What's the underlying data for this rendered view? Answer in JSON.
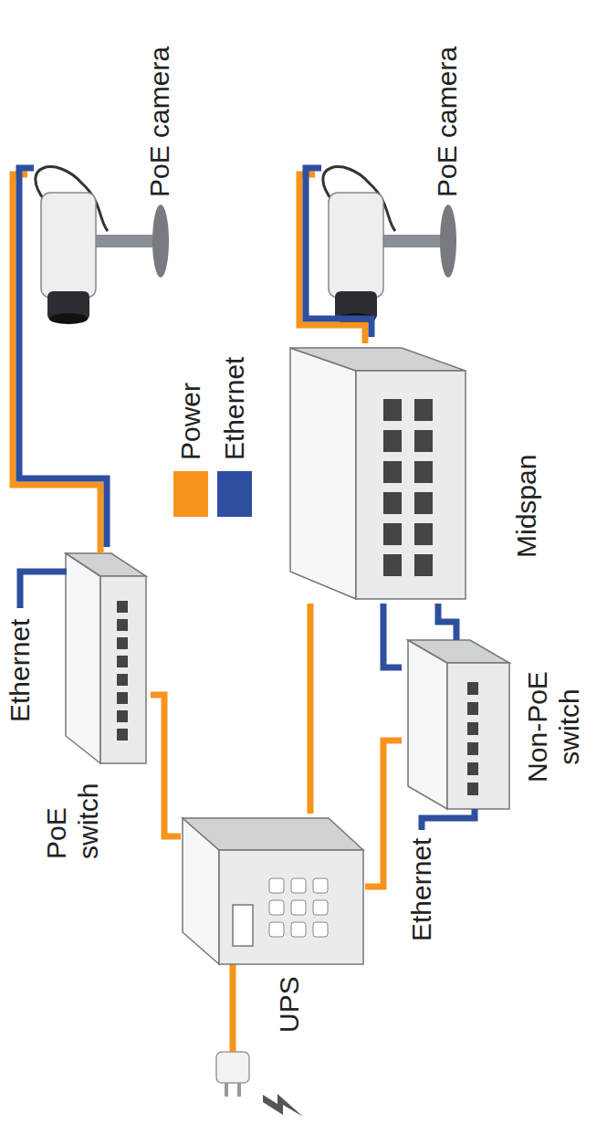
{
  "diagram": {
    "nodes": [
      {
        "text": [
          "PoE camera"
        ]
      },
      {
        "text": [
          "PoE camera"
        ]
      },
      {
        "text": [
          "PoE switch"
        ]
      },
      {
        "text": [
          "UPS"
        ]
      },
      {
        "text": [
          "Midspan"
        ]
      },
      {
        "text": [
          "Non-PoE switch"
        ]
      }
    ],
    "edges": [
      {
        "from": 3,
        "to": 2,
        "arrow": "none"
      },
      {
        "from": 3,
        "to": 4,
        "arrow": "none"
      },
      {
        "from": 3,
        "to": 5,
        "arrow": "none"
      },
      {
        "from": 2,
        "to": 0,
        "arrow": "none"
      },
      {
        "from": 4,
        "to": 1,
        "arrow": "none"
      },
      {
        "from": 5,
        "to": 4,
        "arrow": "none"
      },
      {
        "from": 5,
        "to": 4,
        "arrow": "none"
      }
    ],
    "labels": [
      "Ethernet",
      "Ethernet"
    ],
    "legend": [
      {
        "text": "Power",
        "color": "#f7941d"
      },
      {
        "text": "Ethernet",
        "color": "#2e4fa0"
      }
    ]
  }
}
